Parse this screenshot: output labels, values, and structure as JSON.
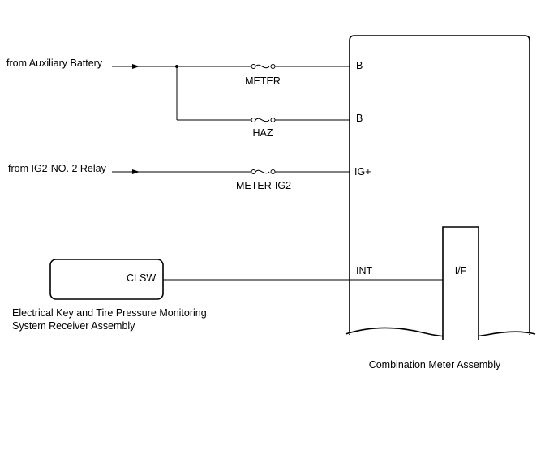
{
  "sources": {
    "aux_battery": "from Auxiliary Battery",
    "ig2_relay": "from IG2-NO. 2 Relay"
  },
  "fuses": {
    "meter": "METER",
    "haz": "HAZ",
    "meter_ig2": "METER-IG2"
  },
  "pins": {
    "b1": "B",
    "b2": "B",
    "ig_plus": "IG+",
    "int": "INT",
    "clsw": "CLSW"
  },
  "modules": {
    "interface_block": "I/F",
    "receiver_line1": "Electrical Key and Tire Pressure Monitoring",
    "receiver_line2": "System Receiver Assembly",
    "meter_assembly": "Combination Meter Assembly"
  }
}
